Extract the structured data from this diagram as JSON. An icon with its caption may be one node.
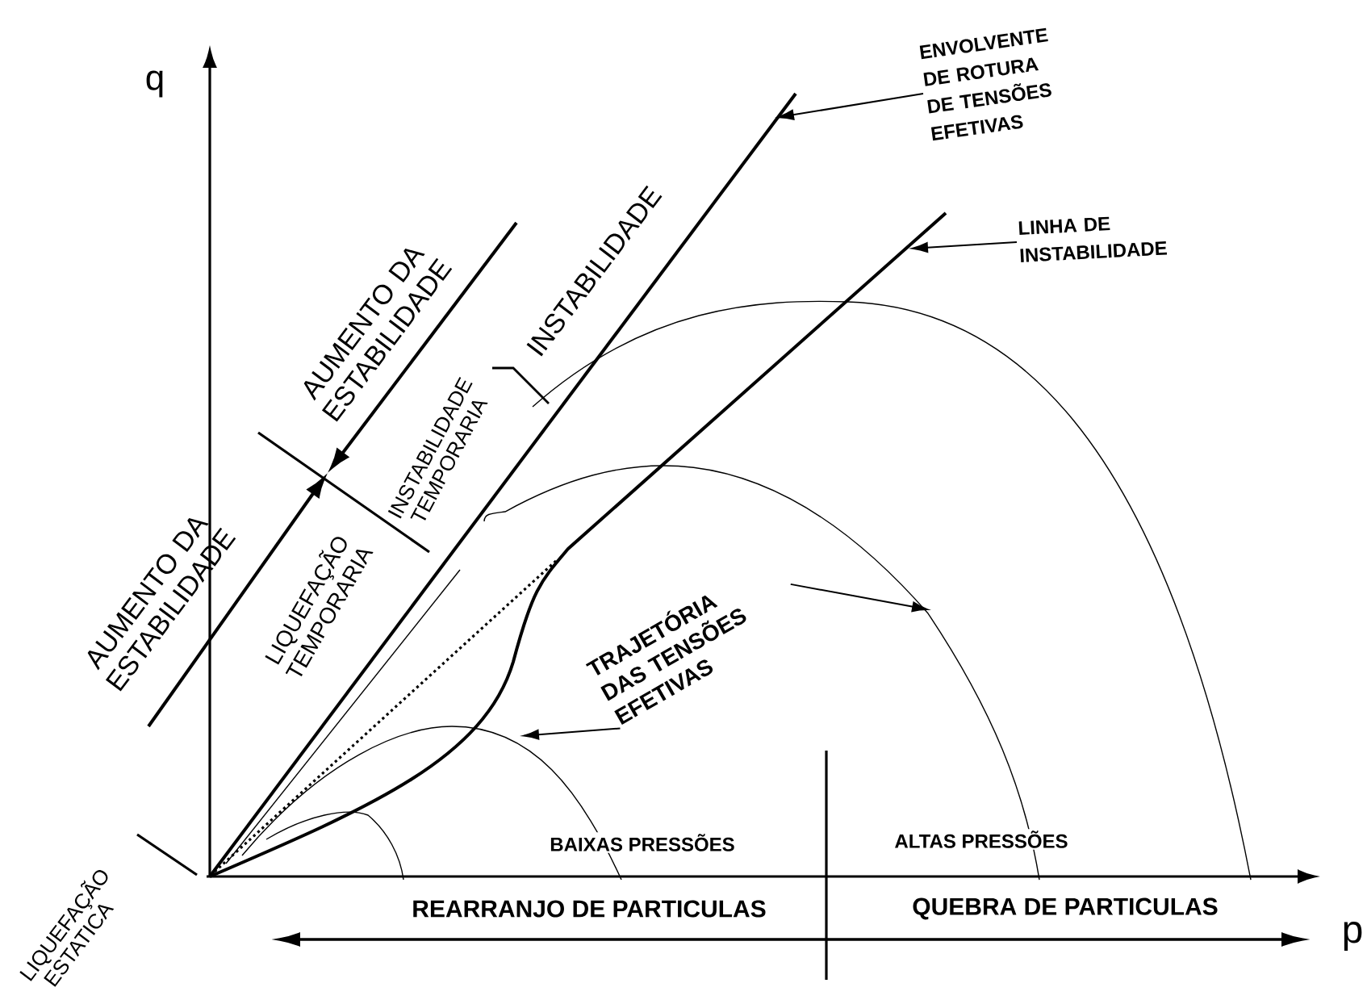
{
  "diagram": {
    "nodes": [
      {
        "text": [
          "ENVOLVENTE DE ROTURA DE TENSÕES EFETIVAS"
        ]
      },
      {
        "text": [
          "LINHA DE INSTABILIDADE"
        ]
      },
      {
        "text": [
          "TRAJETÓRIA DAS TENSÕES EFETIVAS"
        ]
      }
    ],
    "edges": [
      {
        "from": 0,
        "to": null,
        "arrow": "to"
      },
      {
        "from": 1,
        "to": null,
        "arrow": "to"
      },
      {
        "from": 2,
        "to": null,
        "arrow": "to"
      },
      {
        "from": 2,
        "to": null,
        "arrow": "to"
      }
    ],
    "labels": [
      "q",
      "AUMENTO DA ESTABILIDADE",
      "INSTABILIDADE",
      "INSTABILIDADE TEMPORARIA",
      "AUMENTO DA ESTABILIDADE",
      "LIQUEFAÇÃO TEMPORARIA",
      "LIQUEFAÇÃO ESTATICA",
      "BAIXAS PRESSÕES",
      "ALTAS PRESSÕES",
      "p",
      "REARRANJO DE PARTICULAS",
      "QUEBRA DE PARTICULAS"
    ]
  }
}
